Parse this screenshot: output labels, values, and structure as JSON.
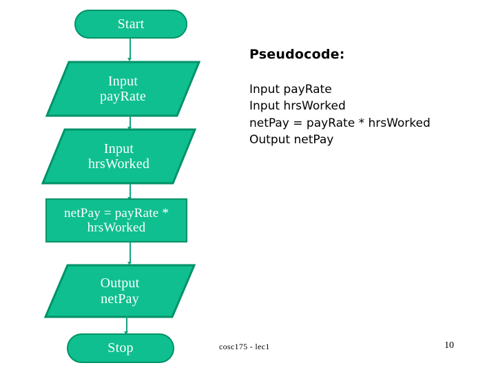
{
  "colors": {
    "shape_fill": "#0FBF8F",
    "shape_border": "#009268",
    "shape_text": "#FFFFFF",
    "connector": "#11A37C",
    "background": "#FFFFFF",
    "body_text": "#000000"
  },
  "flowchart": {
    "nodes": [
      {
        "id": "start",
        "shape": "terminator",
        "label": "Start"
      },
      {
        "id": "input-payrate",
        "shape": "parallelogram",
        "line1": "Input",
        "line2": "payRate"
      },
      {
        "id": "input-hrsworked",
        "shape": "parallelogram",
        "line1": "Input",
        "line2": "hrsWorked"
      },
      {
        "id": "compute-netpay",
        "shape": "rectangle",
        "line1": "netPay = payRate *",
        "line2": "hrsWorked"
      },
      {
        "id": "output-netpay",
        "shape": "parallelogram",
        "line1": "Output",
        "line2": "netPay"
      },
      {
        "id": "stop",
        "shape": "terminator",
        "label": "Stop"
      }
    ]
  },
  "pseudocode": {
    "heading": "Pseudocode:",
    "lines": [
      "Input payRate",
      "Input hrsWorked",
      "netPay = payRate * hrsWorked",
      "Output netPay"
    ]
  },
  "footer": {
    "course_label": "cosc175 - lec1",
    "page_number": "10"
  }
}
